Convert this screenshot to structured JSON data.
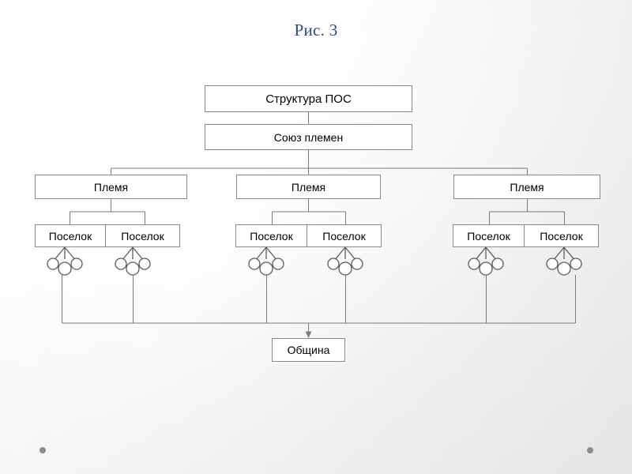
{
  "slide": {
    "title": "Рис. 3",
    "title_color": "#2b4a7d",
    "background_color": "#f2f3f3",
    "line_color": "#7a7a7a",
    "box_border_color": "#8a8a8a",
    "box_fill_color": "#ffffff"
  },
  "diagram": {
    "type": "tree",
    "root": {
      "label": "Структура ПОС"
    },
    "union": {
      "label": "Союз племен"
    },
    "tribes": [
      {
        "label": "Племя",
        "villages": [
          {
            "label": "Поселок",
            "household_count": 3
          },
          {
            "label": "Поселок",
            "household_count": 3
          }
        ]
      },
      {
        "label": "Племя",
        "villages": [
          {
            "label": "Поселок",
            "household_count": 3
          },
          {
            "label": "Поселок",
            "household_count": 3
          }
        ]
      },
      {
        "label": "Племя",
        "villages": [
          {
            "label": "Поселок",
            "household_count": 3
          },
          {
            "label": "Поселок",
            "household_count": 3
          }
        ]
      }
    ],
    "community": {
      "label": "Община"
    }
  },
  "decorations": {
    "bullet_left": "bullet-dot",
    "bullet_right": "bullet-dot",
    "bullet_color": "#8c8c8c"
  }
}
